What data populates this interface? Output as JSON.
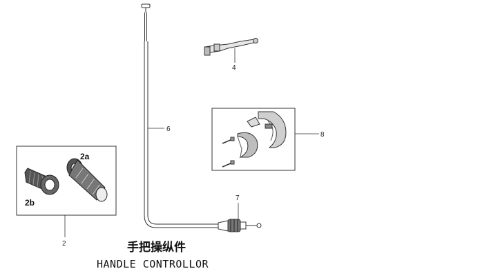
{
  "diagram": {
    "title_cn": "手把操纵件",
    "title_en": "HANDLE CONTROLLOR",
    "callouts": {
      "grip_assembly": "2",
      "grip_a": "2a",
      "grip_b": "2b",
      "lever": "4",
      "cable": "6",
      "cable_end": "7",
      "switch_housing": "8"
    }
  }
}
